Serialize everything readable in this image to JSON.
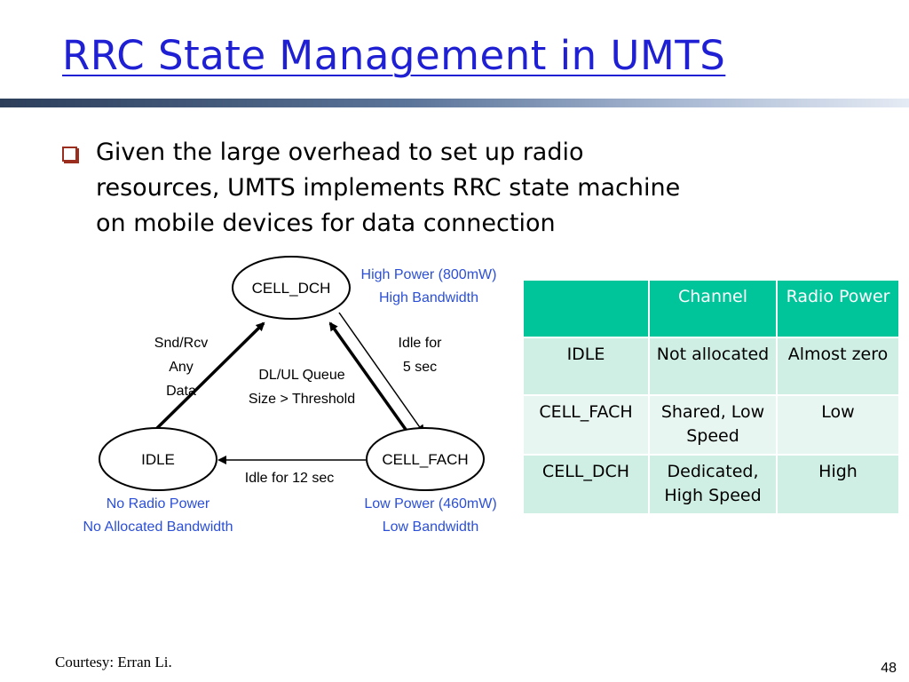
{
  "slide": {
    "title": "RRC State Management in UMTS",
    "bullet": {
      "lines": [
        "Given the large overhead to set up radio",
        "resources, UMTS implements RRC state machine",
        "on mobile devices for data connection"
      ]
    },
    "diagram": {
      "states": {
        "cell_dch": "CELL_DCH",
        "idle": "IDLE",
        "cell_fach": "CELL_FACH"
      },
      "annotations": {
        "dch_power": "High Power (800mW)",
        "dch_bandwidth": "High Bandwidth",
        "idle_power": "No Radio Power",
        "idle_bandwidth": "No Allocated Bandwidth",
        "fach_power": "Low Power (460mW)",
        "fach_bandwidth": "Low Bandwidth"
      },
      "transitions": {
        "idle_to_dch": [
          "Snd/Rcv",
          "Any",
          "Data"
        ],
        "dch_to_fach": [
          "Idle for",
          "5 sec"
        ],
        "fach_to_dch": [
          "DL/UL Queue",
          "Size > Threshold"
        ],
        "fach_to_idle": "Idle for 12 sec"
      },
      "colors": {
        "annotation": "#2b4fd6",
        "stroke": "#000000"
      }
    },
    "table": {
      "headers": [
        "",
        "Channel",
        "Radio Power"
      ],
      "rows": [
        [
          "IDLE",
          "Not allocated",
          "Almost zero"
        ],
        [
          "CELL_FACH",
          "Shared, Low Speed",
          "Low"
        ],
        [
          "CELL_DCH",
          "Dedicated, High Speed",
          "High"
        ]
      ],
      "colors": {
        "header": "#00c49a",
        "row_dark": "#cfeee4",
        "row_light": "#e8f6f1"
      }
    },
    "footer": {
      "courtesy": "Courtesy: Erran Li.",
      "page_number": "48"
    }
  }
}
